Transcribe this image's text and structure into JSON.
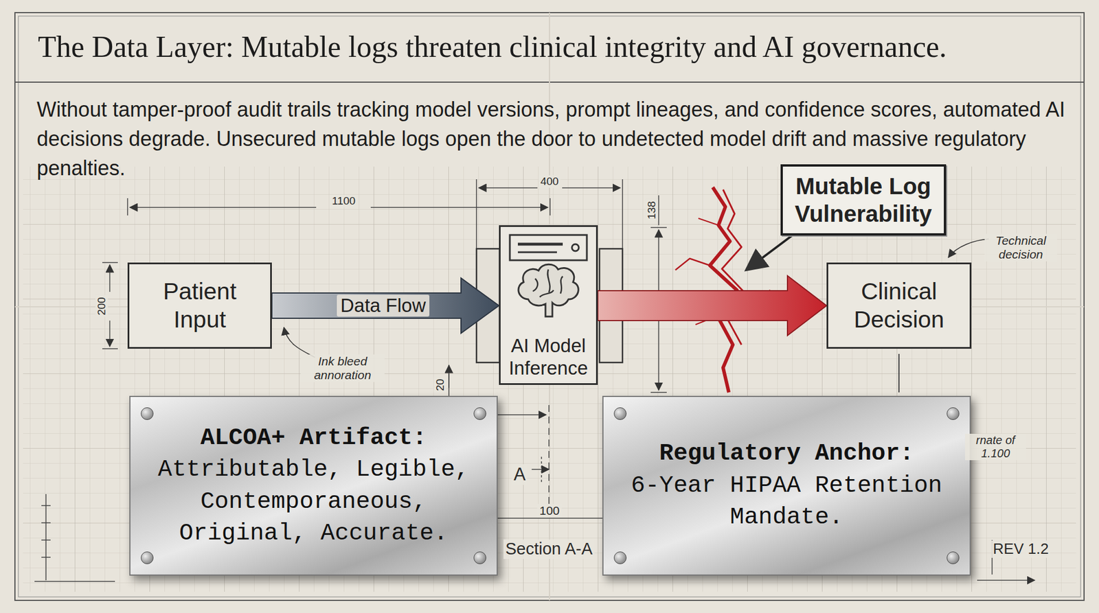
{
  "diagram": {
    "title": "The Data Layer: Mutable logs threaten clinical integrity and AI governance.",
    "caption": "Without tamper-proof audit trails tracking model versions, prompt lineages, and confidence scores, automated AI decisions degrade. Unsecured mutable logs open the door to undetected model drift and massive regulatory penalties.",
    "nodes": [
      {
        "text": [
          "Patient Input"
        ]
      },
      {
        "text": [
          "AI Model Inference"
        ]
      },
      {
        "text": [
          "Clinical Decision"
        ]
      },
      {
        "text": [
          "Mutable Log Vulnerability"
        ]
      },
      {
        "text": [
          "ALCOA+ Artifact:",
          "Attributable, Legible, Contemporaneous, Original, Accurate."
        ]
      },
      {
        "text": [
          "Regulatory Anchor:",
          "6-Year HIPAA Retention Mandate."
        ]
      }
    ],
    "edges": [
      {
        "from": 0,
        "to": 1,
        "label": "Data Flow",
        "arrow": "to"
      },
      {
        "from": 1,
        "to": 2,
        "arrow": "to"
      }
    ],
    "labels": [
      "1100",
      "400",
      "138",
      "200",
      "Ink bleed annoration",
      "Technical decision",
      "20",
      "A",
      "100",
      "Section A-A",
      "rnate of 1.100",
      "REV 1.2"
    ]
  }
}
